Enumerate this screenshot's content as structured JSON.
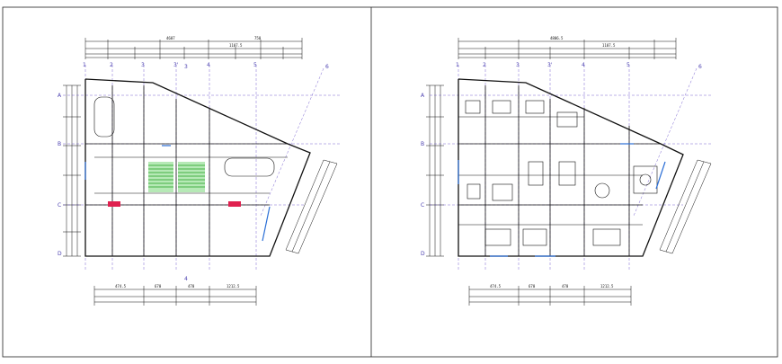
{
  "sheet": {
    "title": "",
    "border_color": "#222222",
    "axis_color": "#5b3fc4",
    "plan_line_color": "#111111",
    "window_color": "#2b6fd6",
    "stair_color": "#2fc02f",
    "marker_color": "#e0204f"
  },
  "left_plan": {
    "top_dims": [
      "4607",
      "1107.5",
      "750"
    ],
    "bottom_dims": [
      "474.5",
      "670",
      "470",
      "1212.5"
    ],
    "grid_tags_top": [
      "1",
      "2",
      "3",
      "3'",
      "4",
      "5",
      "6"
    ],
    "grid_tags_left": [
      "A",
      "B",
      "C",
      "D"
    ],
    "markers": [
      "3",
      "4"
    ]
  },
  "right_plan": {
    "top_dims": [
      "4806.5",
      "1107.5"
    ],
    "bottom_dims": [
      "474.5",
      "670",
      "470",
      "1212.5"
    ],
    "grid_tags_top": [
      "1",
      "2",
      "3",
      "3'",
      "4",
      "5",
      "6"
    ],
    "grid_tags_left": [
      "A",
      "B",
      "C",
      "D"
    ]
  }
}
